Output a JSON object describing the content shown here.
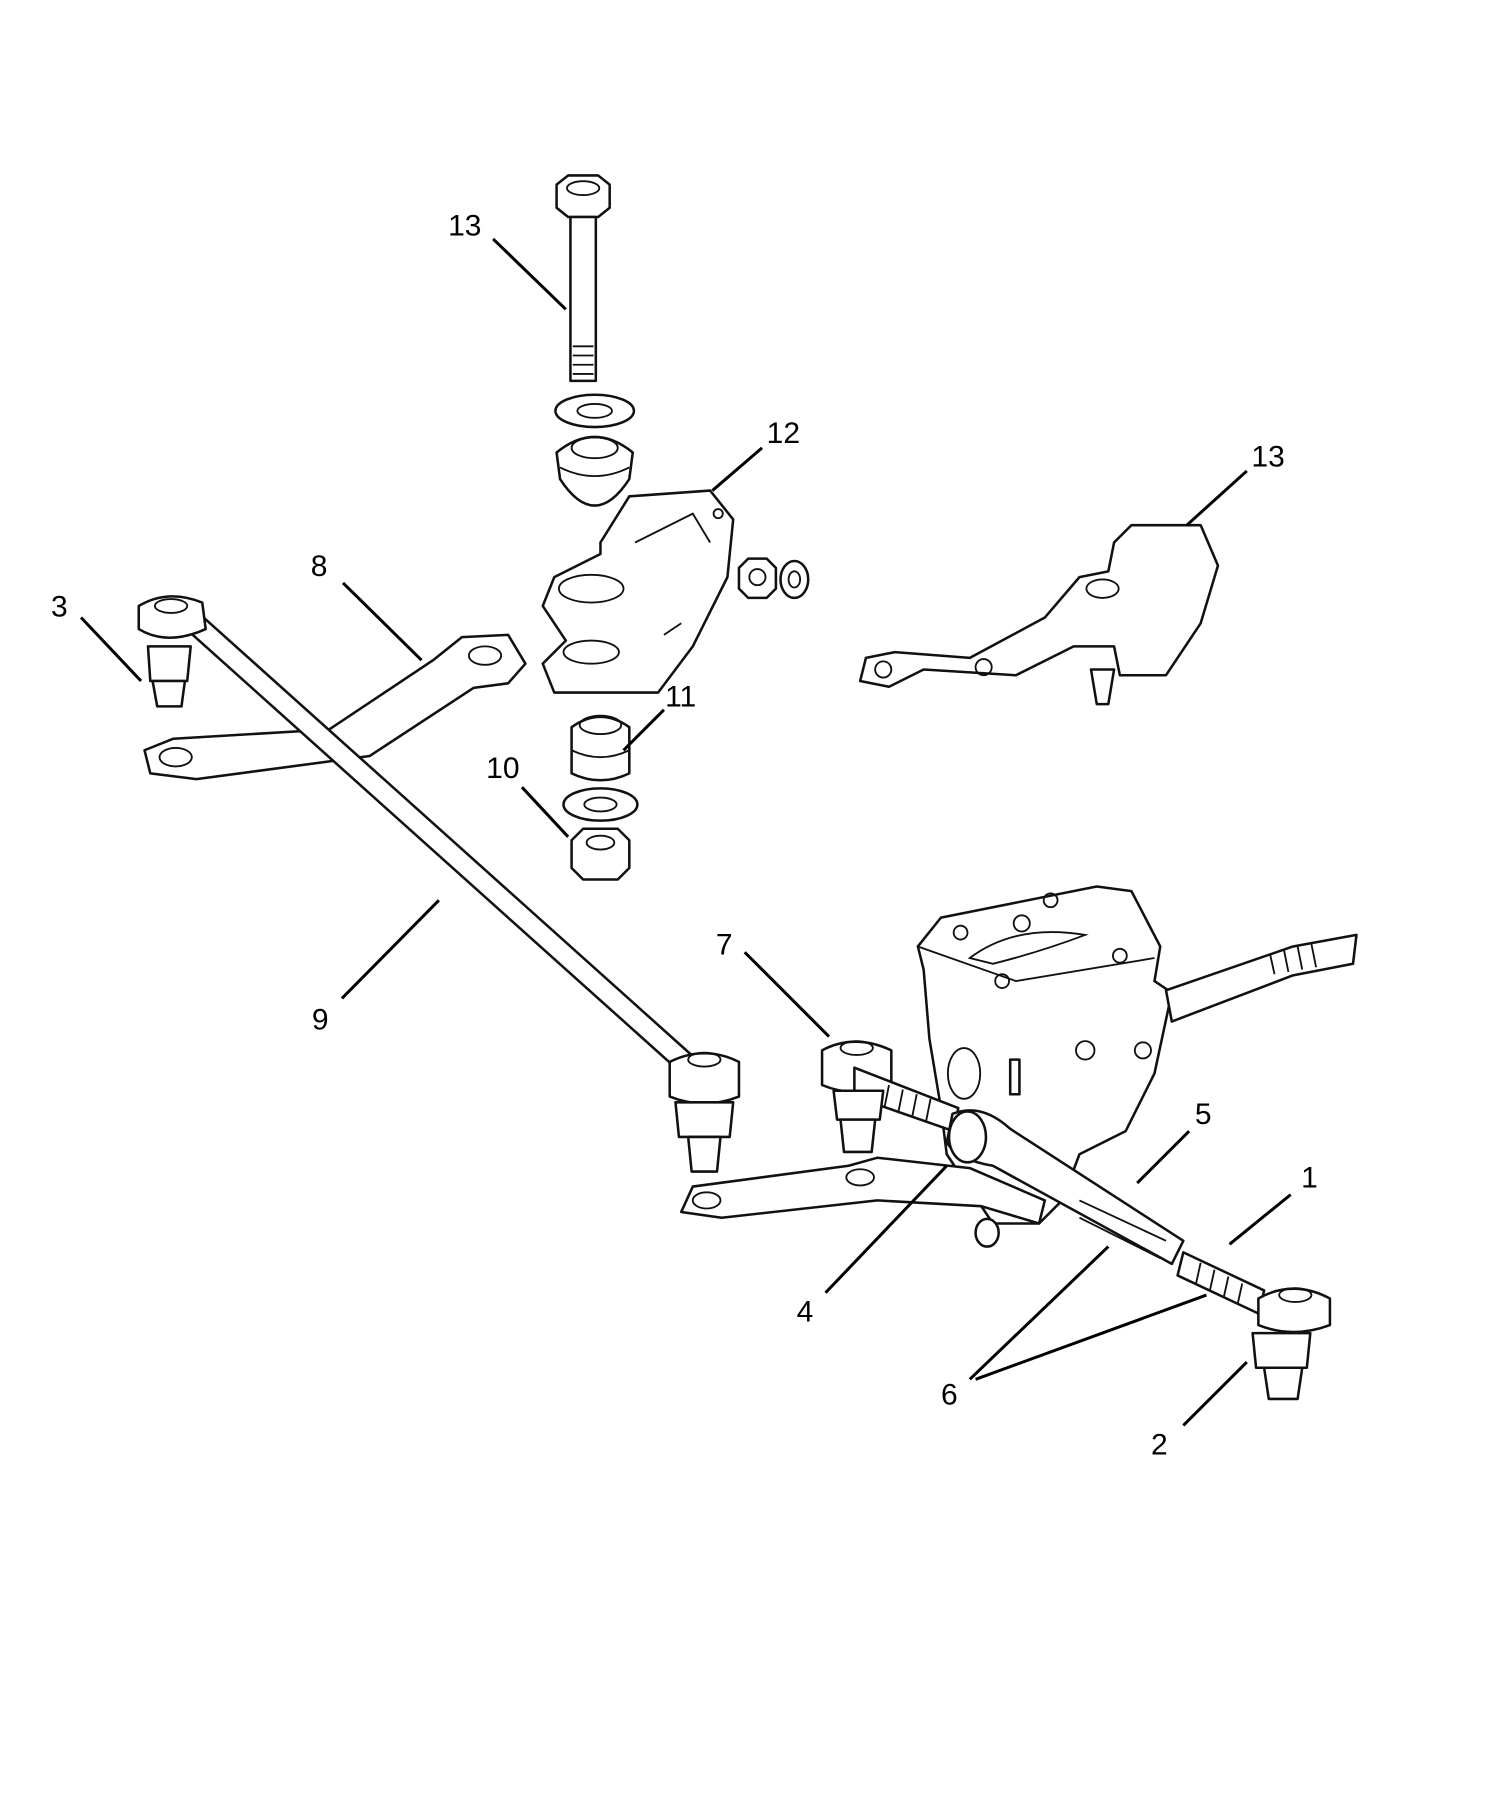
{
  "diagram": {
    "type": "exploded-parts-view",
    "callouts": [
      {
        "id": "c13a",
        "number": "13"
      },
      {
        "id": "c12",
        "number": "12"
      },
      {
        "id": "c13b",
        "number": "13"
      },
      {
        "id": "c8",
        "number": "8"
      },
      {
        "id": "c3",
        "number": "3"
      },
      {
        "id": "c11",
        "number": "11"
      },
      {
        "id": "c10",
        "number": "10"
      },
      {
        "id": "c9",
        "number": "9"
      },
      {
        "id": "c7",
        "number": "7"
      },
      {
        "id": "c5",
        "number": "5"
      },
      {
        "id": "c1",
        "number": "1"
      },
      {
        "id": "c4",
        "number": "4"
      },
      {
        "id": "c6",
        "number": "6"
      },
      {
        "id": "c2",
        "number": "2"
      }
    ],
    "line_color": "#111111",
    "background": "#ffffff"
  }
}
